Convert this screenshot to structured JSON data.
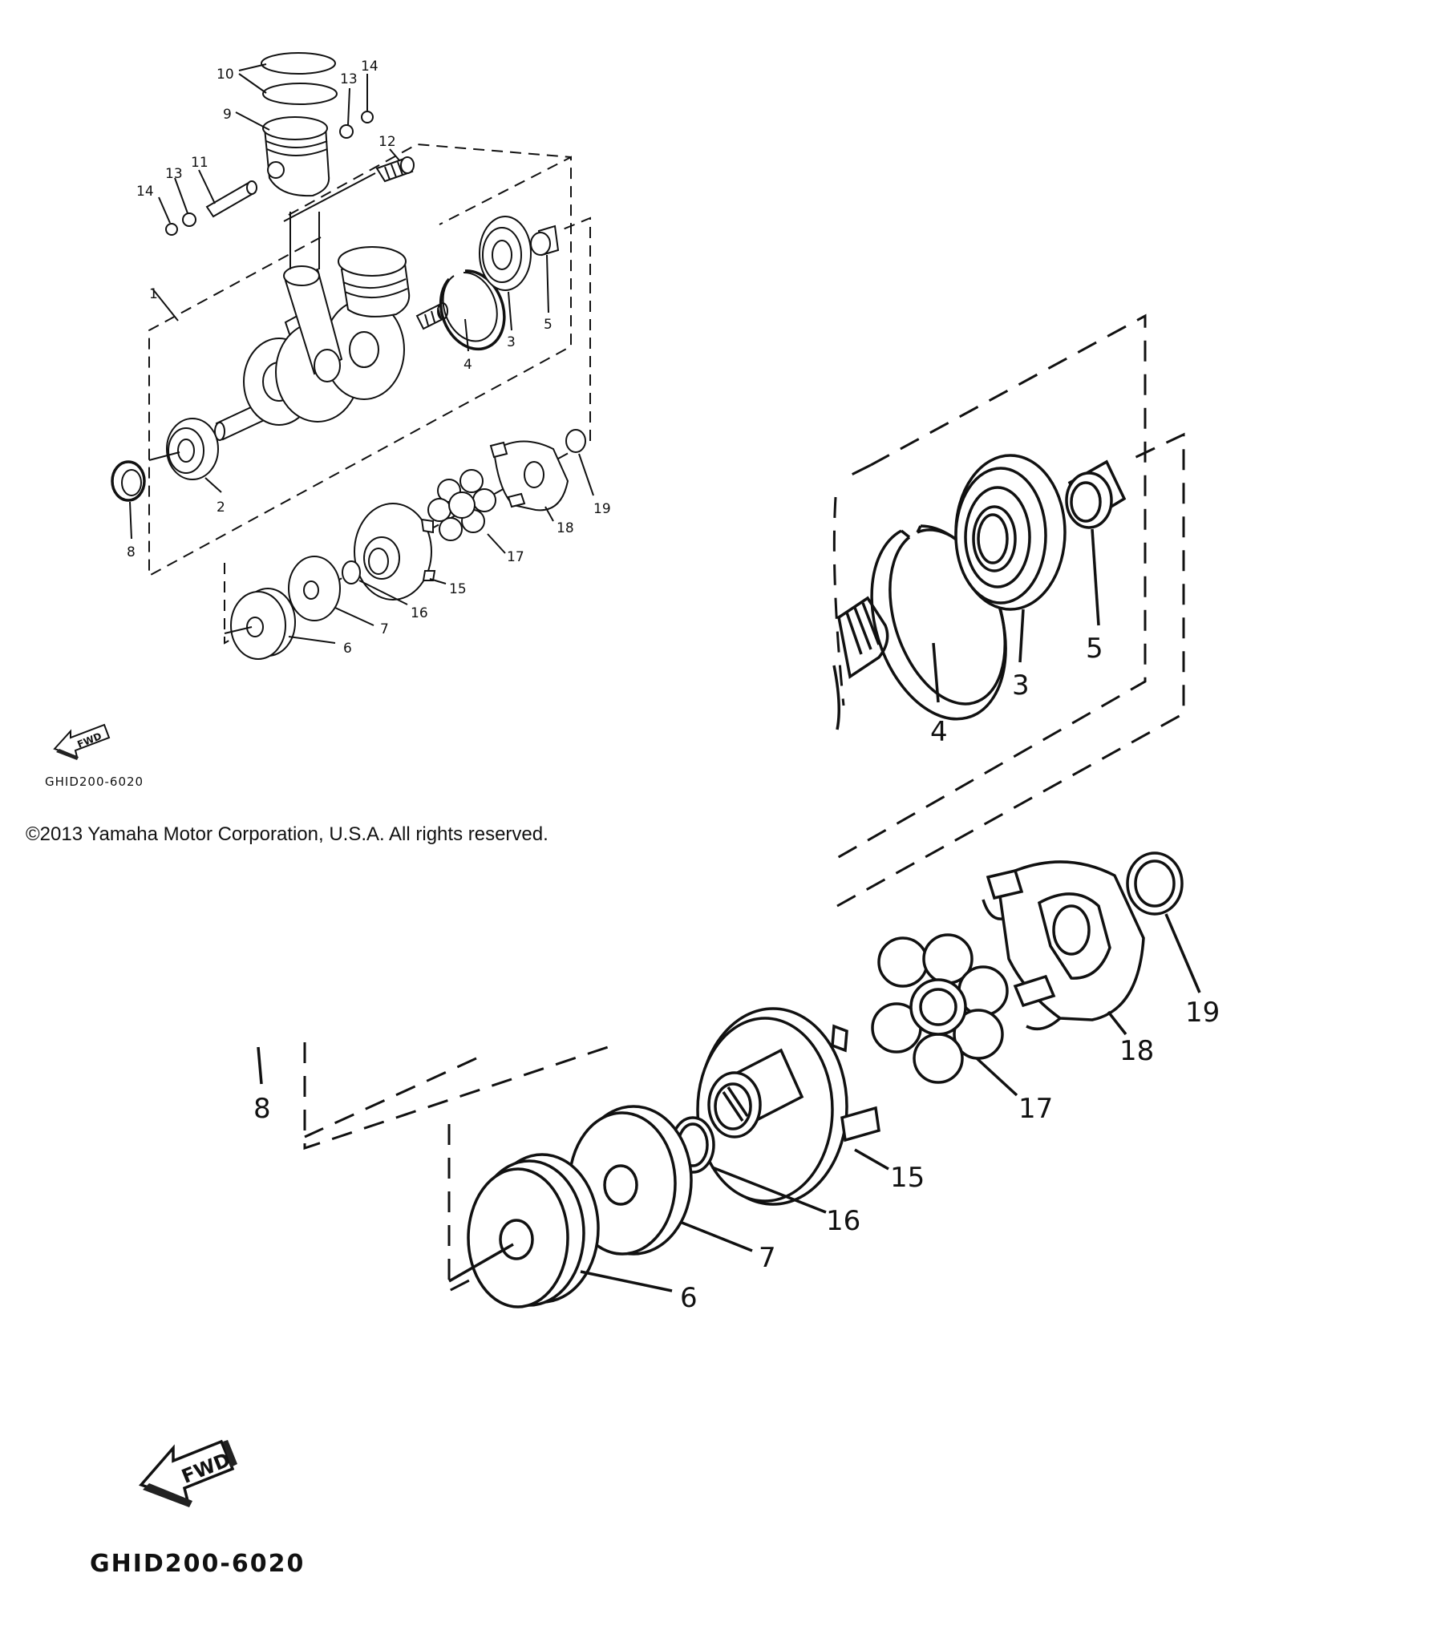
{
  "diagram": {
    "part_labels": [
      "1",
      "2",
      "3",
      "4",
      "5",
      "6",
      "7",
      "8",
      "9",
      "10",
      "11",
      "12",
      "13",
      "13",
      "14",
      "14",
      "15",
      "16",
      "17",
      "18",
      "19"
    ],
    "detail_labels": [
      "3",
      "4",
      "5",
      "6",
      "7",
      "8",
      "15",
      "16",
      "17",
      "18",
      "19"
    ],
    "fwd_text": "FWD",
    "drawing_code": "GHID200-6020",
    "copyright": "©2013 Yamaha Motor Corporation, U.S.A. All rights reserved."
  }
}
